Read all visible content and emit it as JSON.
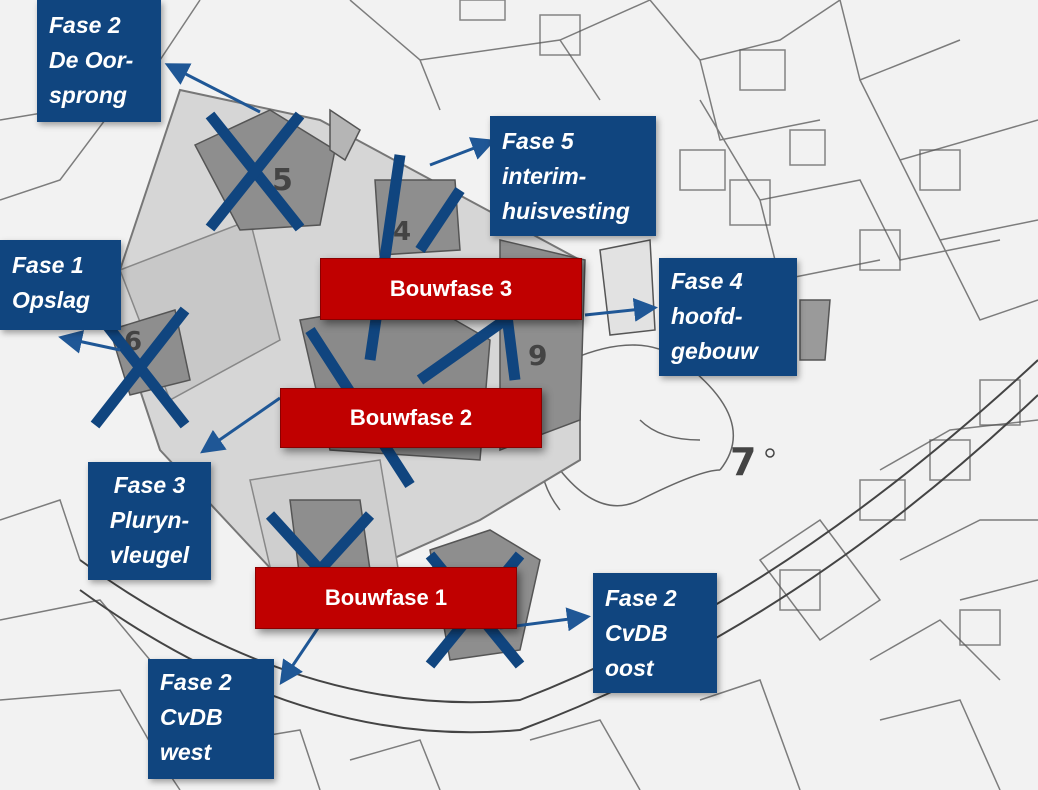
{
  "colors": {
    "phase_label": "#10457f",
    "build_banner": "#c00000",
    "arrow": "#1f5796",
    "cross": "#10457f",
    "map_background": "#f2f2f2",
    "building": "#8e8e8e"
  },
  "phase_labels": [
    {
      "id": "oorsprong",
      "lines": [
        "Fase 2",
        "De Oor-",
        "sprong"
      ]
    },
    {
      "id": "interim",
      "lines": [
        "Fase 5",
        "interim-",
        "huisvesting"
      ]
    },
    {
      "id": "opslag",
      "lines": [
        "Fase 1",
        "Opslag"
      ]
    },
    {
      "id": "hoofdgebouw",
      "lines": [
        "Fase 4",
        "hoofd-",
        "gebouw"
      ]
    },
    {
      "id": "plurynvleugel",
      "lines": [
        "Fase 3",
        "Pluryn-",
        "vleugel"
      ]
    },
    {
      "id": "cvdb-oost",
      "lines": [
        "Fase 2",
        "CvDB",
        "oost"
      ]
    },
    {
      "id": "cvdb-west",
      "lines": [
        "Fase 2",
        "CvDB",
        "west"
      ]
    }
  ],
  "build_phases": [
    {
      "id": "bouwfase-3",
      "label": "Bouwfase 3"
    },
    {
      "id": "bouwfase-2",
      "label": "Bouwfase 2"
    },
    {
      "id": "bouwfase-1",
      "label": "Bouwfase 1"
    }
  ],
  "building_numbers": [
    "5",
    "4",
    "6",
    "9",
    "7"
  ]
}
